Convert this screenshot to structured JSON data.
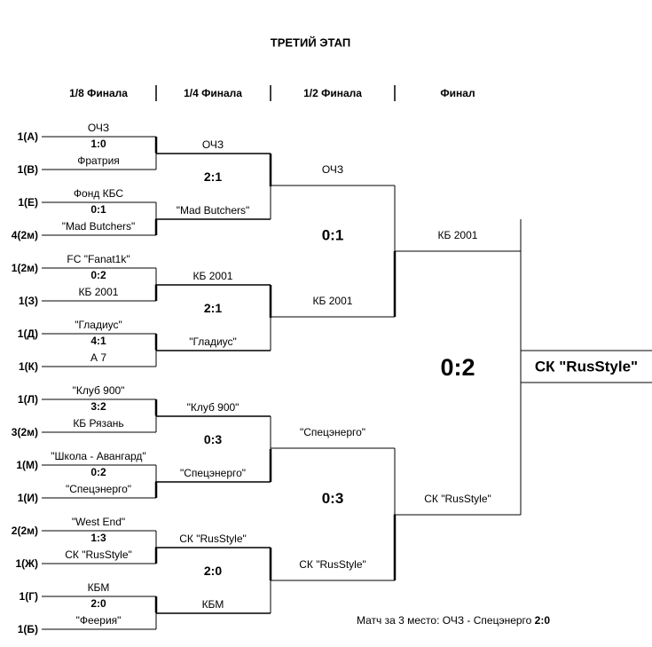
{
  "title": "ТРЕТИЙ ЭТАП",
  "rounds": [
    "1/8 Финала",
    "1/4 Финала",
    "1/2 Финала",
    "Финал"
  ],
  "r16": [
    {
      "seed_a": "1(А)",
      "seed_b": "1(В)",
      "team_a": "ОЧЗ",
      "score": "1:0",
      "team_b": "Фратрия"
    },
    {
      "seed_a": "1(Е)",
      "seed_b": "4(2м)",
      "team_a": "Фонд КБС",
      "score": "0:1",
      "team_b": "\"Mad Butchers\""
    },
    {
      "seed_a": "1(2м)",
      "seed_b": "1(З)",
      "team_a": "FC \"Fanat1k\"",
      "score": "0:2",
      "team_b": "КБ 2001"
    },
    {
      "seed_a": "1(Д)",
      "seed_b": "1(К)",
      "team_a": "\"Гладиус\"",
      "score": "4:1",
      "team_b": "А 7"
    },
    {
      "seed_a": "1(Л)",
      "seed_b": "3(2м)",
      "team_a": "\"Клуб 900\"",
      "score": "3:2",
      "team_b": "КБ Рязань"
    },
    {
      "seed_a": "1(М)",
      "seed_b": "1(И)",
      "team_a": "\"Школа - Авангард\"",
      "score": "0:2",
      "team_b": "\"Спецэнерго\""
    },
    {
      "seed_a": "2(2м)",
      "seed_b": "1(Ж)",
      "team_a": "\"West End\"",
      "score": "1:3",
      "team_b": "СК \"RusStyle\""
    },
    {
      "seed_a": "1(Г)",
      "seed_b": "1(Б)",
      "team_a": "КБМ",
      "score": "2:0",
      "team_b": "\"Феерия\""
    }
  ],
  "qf": [
    {
      "team_a": "ОЧЗ",
      "score": "2:1",
      "team_b": "\"Mad Butchers\""
    },
    {
      "team_a": "КБ 2001",
      "score": "2:1",
      "team_b": "\"Гладиус\""
    },
    {
      "team_a": "\"Клуб 900\"",
      "score": "0:3",
      "team_b": "\"Спецэнерго\""
    },
    {
      "team_a": "СК \"RusStyle\"",
      "score": "2:0",
      "team_b": "КБМ"
    }
  ],
  "sf": [
    {
      "team_a": "ОЧЗ",
      "score": "0:1",
      "team_b": "КБ 2001"
    },
    {
      "team_a": "\"Спецэнерго\"",
      "score": "0:3",
      "team_b": "СК \"RusStyle\""
    }
  ],
  "final": {
    "team_a": "КБ 2001",
    "score": "0:2",
    "team_b": "СК \"RusStyle\""
  },
  "champion": "СК \"RusStyle\"",
  "third_place": {
    "label": "Матч за 3 место: ОЧЗ - Спецэнерго ",
    "score": "2:0"
  }
}
